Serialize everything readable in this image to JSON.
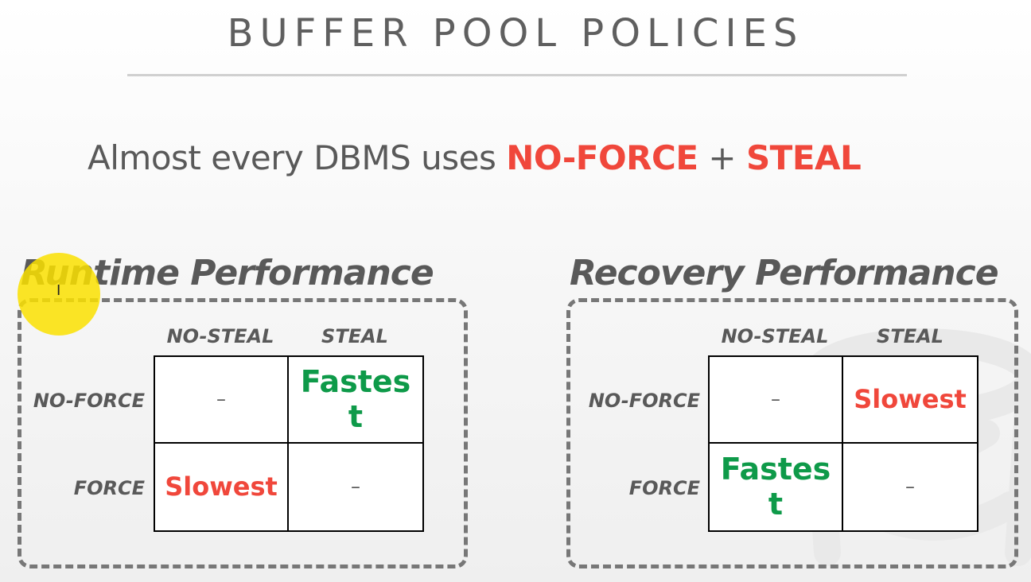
{
  "slide": {
    "title": "BUFFER POOL POLICIES",
    "headline": {
      "prefix": "Almost every DBMS uses ",
      "policy_a": "NO-FORCE",
      "joiner": " + ",
      "policy_b": "STEAL"
    }
  },
  "runtime": {
    "title": "Runtime Performance",
    "col_headers": [
      "NO-STEAL",
      "STEAL"
    ],
    "row_headers": [
      "NO-FORCE",
      "FORCE"
    ],
    "cells": {
      "noforce_nosteal": "–",
      "noforce_steal": "Fastest",
      "force_nosteal": "Slowest",
      "force_steal": "–"
    }
  },
  "recovery": {
    "title": "Recovery Performance",
    "col_headers": [
      "NO-STEAL",
      "STEAL"
    ],
    "row_headers": [
      "NO-FORCE",
      "FORCE"
    ],
    "cells": {
      "noforce_nosteal": "–",
      "noforce_steal": "Slowest",
      "force_nosteal": "Fastest",
      "force_steal": "–"
    }
  },
  "colors": {
    "highlight_red": "#f0473b",
    "highlight_green": "#0e9a49",
    "text_gray": "#595959",
    "cursor_yellow": "#fae000"
  },
  "icons": {
    "cursor_highlight": "cursor-highlight-circle",
    "watermark": "database-logo-watermark"
  }
}
